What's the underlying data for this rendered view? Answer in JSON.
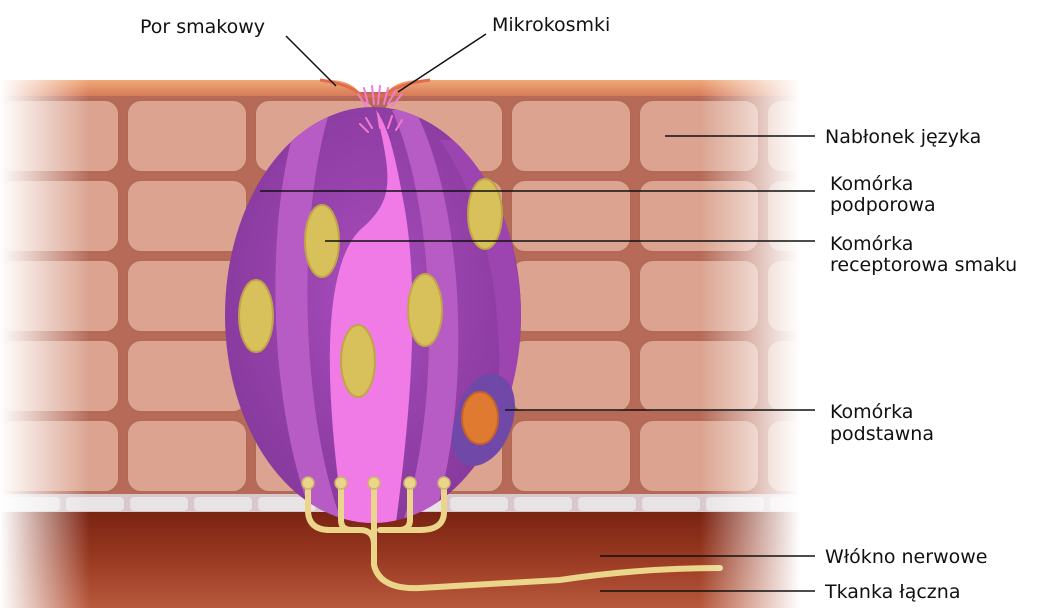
{
  "labels": {
    "taste_pore": "Por smakowy",
    "microvilli": "Mikrokosmki",
    "tongue_epithelium": "Nabłonek języka",
    "supporting_cell_1": "Komórka",
    "supporting_cell_2": "podporowa",
    "receptor_cell_1": "Komórka",
    "receptor_cell_2": "receptorowa smaku",
    "basal_cell_1": "Komórka",
    "basal_cell_2": "podstawna",
    "nerve_fiber": "Włókno nerwowe",
    "connective_tissue": "Tkanka łączna"
  },
  "colors": {
    "epithelium": "#c98a78",
    "epithelium_cell": "#dba390",
    "surface_band": "#e0956a",
    "connective_tissue": "#8a2c1a",
    "basal_membrane": "#e8e4e6",
    "taste_bud_outer": "#8e3fa0",
    "taste_bud_mid": "#b556c2",
    "receptor_center": "#f07be6",
    "nucleus": "#d8c05a",
    "basal_cell": "#6f48a8",
    "basal_nucleus": "#e07a30",
    "nerve": "#ead58a",
    "microvilli": "#f47ad2",
    "label_line": "#111111"
  }
}
